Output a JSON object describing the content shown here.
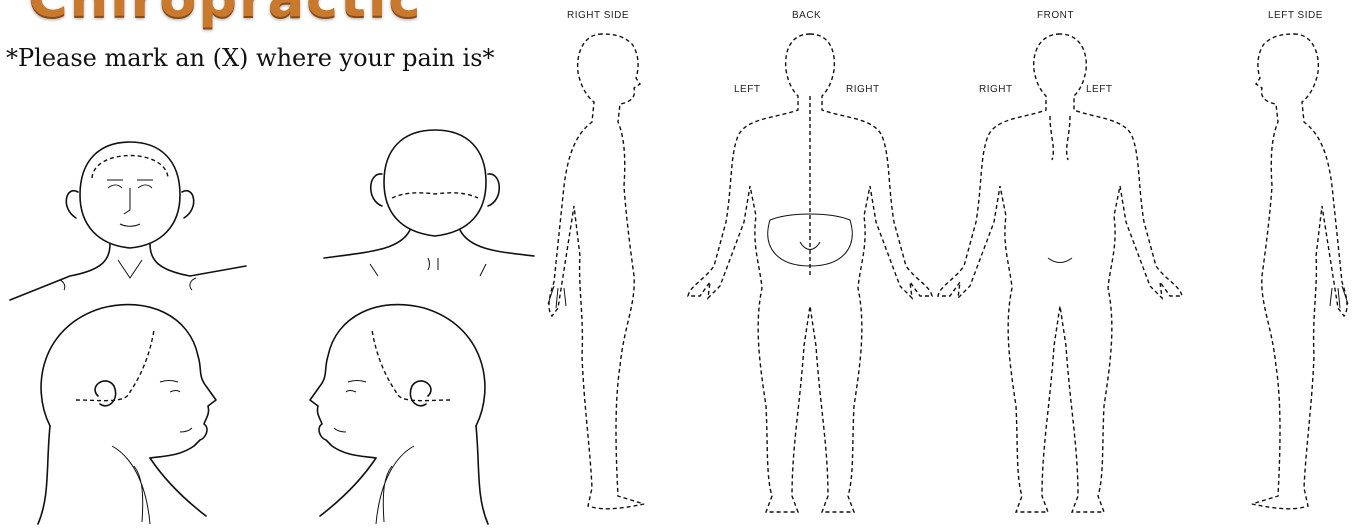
{
  "header": {
    "title": "Chiropractic",
    "instruction": "*Please mark an (X) where your pain is*"
  },
  "body_chart": {
    "views": [
      "RIGHT SIDE",
      "BACK",
      "FRONT",
      "LEFT SIDE"
    ],
    "back_labels": {
      "left": "LEFT",
      "right": "RIGHT"
    },
    "front_labels": {
      "right": "RIGHT",
      "left": "LEFT"
    }
  },
  "head_diagrams": [
    "head-front",
    "head-back",
    "head-right-profile",
    "head-left-profile"
  ]
}
